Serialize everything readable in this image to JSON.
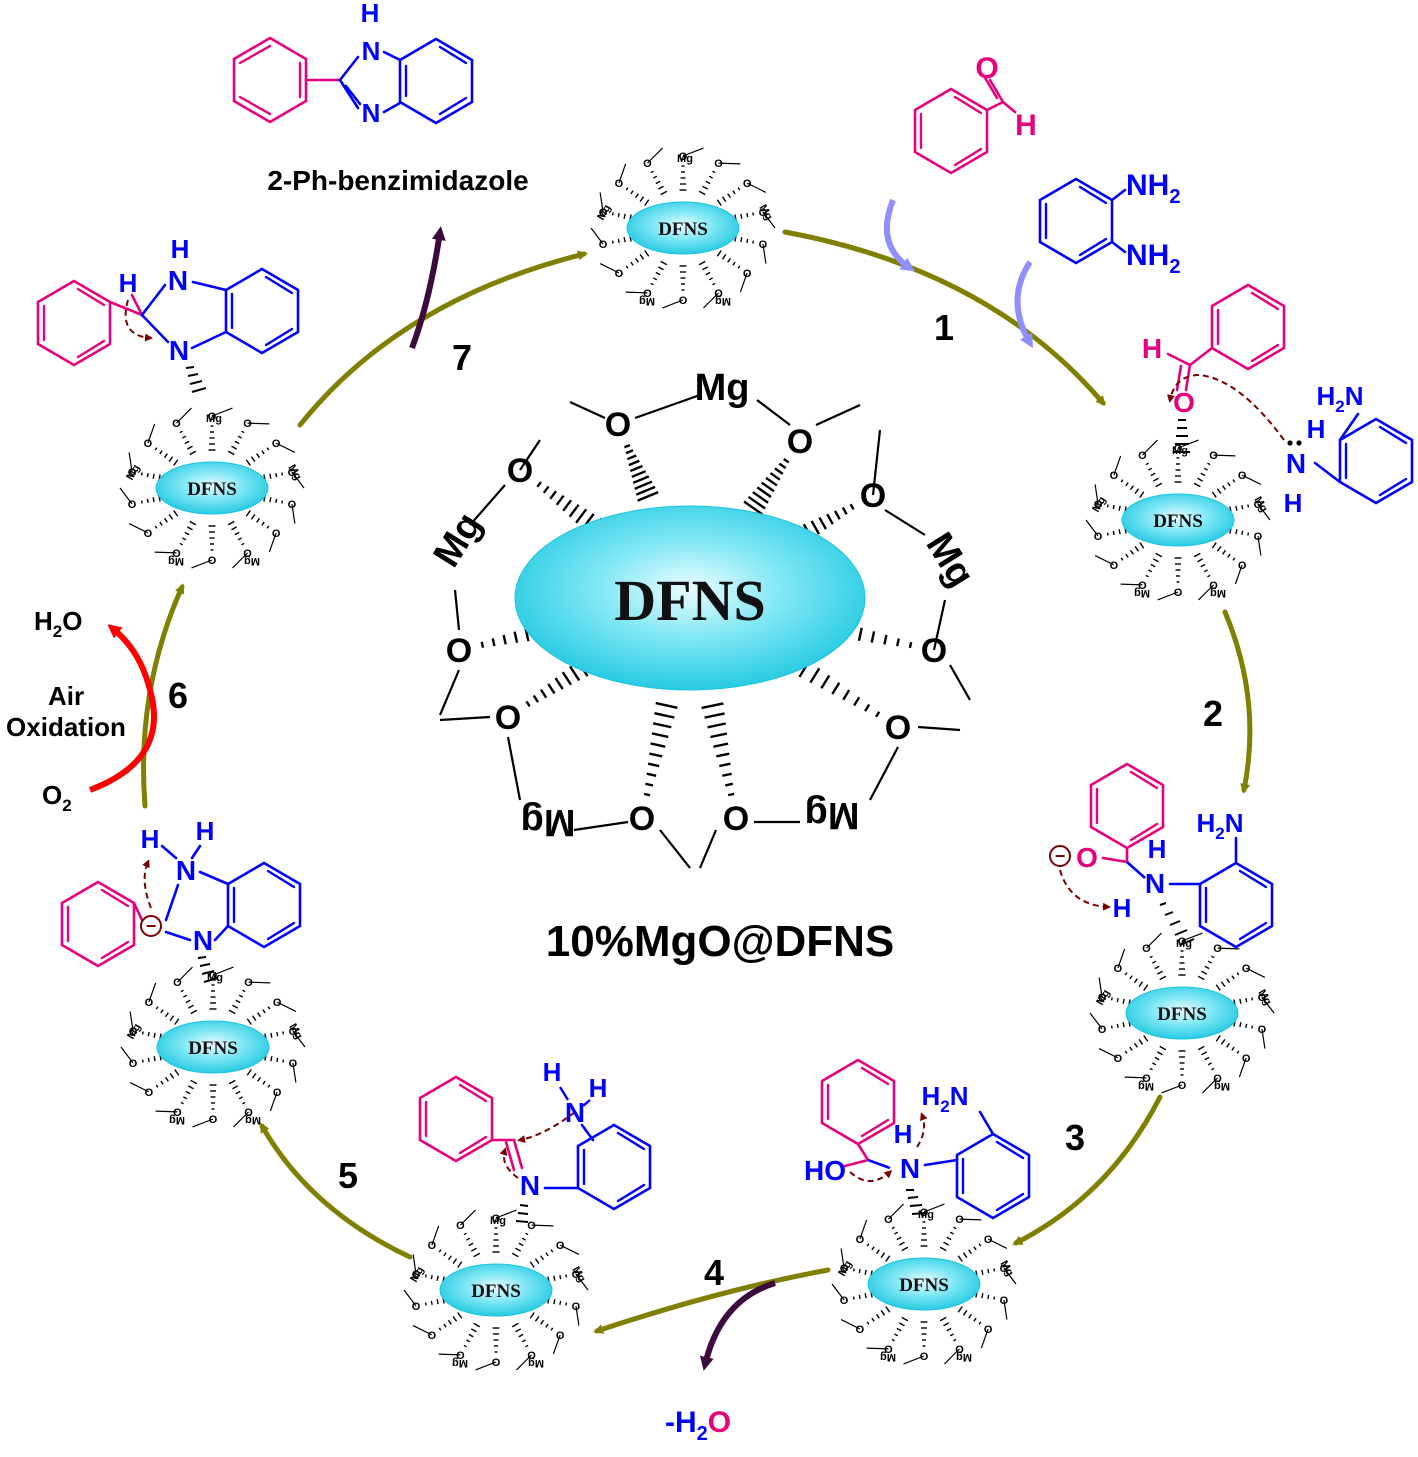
{
  "colors": {
    "cycle_arrow": "#7f7f00",
    "pink": "#e6007e",
    "blue": "#0000ff",
    "black": "#000000",
    "dark_purple": "#3d0a3d",
    "red": "#ff0000",
    "lavender": "#8f8fff",
    "dashed_arrow": "#7a0000",
    "cyan": "#35d6ea"
  },
  "center": {
    "core_label": "DFNS",
    "title": "10%MgO@DFNS",
    "mg": "Mg",
    "o": "O"
  },
  "catalyst": {
    "core_label": "DFNS",
    "mg": "Mg",
    "o": "O"
  },
  "steps": [
    "1",
    "2",
    "3",
    "4",
    "5",
    "6",
    "7"
  ],
  "product": {
    "name": "2-Ph-benzimidazole",
    "nh": "H",
    "n_top": "N",
    "n_bottom": "N"
  },
  "reagents": {
    "aldehyde_o": "O",
    "aldehyde_h": "H",
    "nh2_top": "NH",
    "nh2_bottom": "NH",
    "sub2": "2"
  },
  "side_labels": {
    "water_out": "-H",
    "water_out_sub": "2",
    "water_out_o": "O",
    "h2o_left": "H",
    "h2o_left_sub": "2",
    "h2o_left_o": "O",
    "air": "Air",
    "oxidation": "Oxidation",
    "o2": "O",
    "o2_sub": "2"
  },
  "atoms": {
    "H": "H",
    "N": "N",
    "O": "O",
    "HO": "HO",
    "H2N": "H",
    "h2n_sub": "2",
    "h2n_n": "N",
    "minus": "−",
    "Mg": "Mg"
  }
}
